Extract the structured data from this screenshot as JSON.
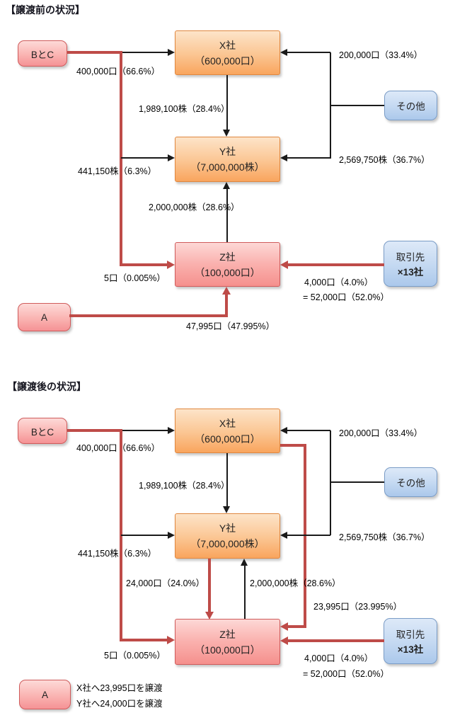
{
  "colors": {
    "accent_red_line": "#be4b48",
    "orange_box_border": "#e0873f",
    "pink_box_border": "#cf5b5b",
    "blue_box_border": "#7a9cc6"
  },
  "titles": {
    "before": "【譲渡前の状況】",
    "after": "【譲渡後の状況】"
  },
  "nodes": {
    "bc": "BとC",
    "a": "A",
    "x1": "X社",
    "x2": "（600,000口）",
    "y1": "Y社",
    "y2": "（7,000,000株）",
    "z1": "Z社",
    "z2": "（100,000口）",
    "others": "その他",
    "partners1": "取引先",
    "partners2": "×13社"
  },
  "before": {
    "labels": {
      "bc_x": "400,000口（66.6%）",
      "bc_y": "441,150株（6.3%）",
      "bc_z": "5口（0.005%）",
      "x_y": "1,989,100株（28.4%）",
      "z_y": "2,000,000株（28.6%）",
      "others_x": "200,000口（33.4%）",
      "others_y": "2,569,750株（36.7%）",
      "partners_z1": "4,000口（4.0%）",
      "partners_z2": "= 52,000口（52.0%）",
      "a_z": "47,995口（47.995%）"
    }
  },
  "after": {
    "labels": {
      "bc_x": "400,000口（66.6%）",
      "bc_y": "441,150株（6.3%）",
      "bc_z": "5口（0.005%）",
      "x_y": "1,989,100株（28.4%）",
      "z_y": "2,000,000株（28.6%）",
      "y_z": "24,000口（24.0%）",
      "x_z": "23,995口（23.995%）",
      "others_x": "200,000口（33.4%）",
      "others_y": "2,569,750株（36.7%）",
      "partners_z1": "4,000口（4.0%）",
      "partners_z2": "= 52,000口（52.0%）"
    },
    "notes": {
      "line1": "X社へ23,995口を譲渡",
      "line2": "Y社へ24,000口を譲渡"
    }
  }
}
